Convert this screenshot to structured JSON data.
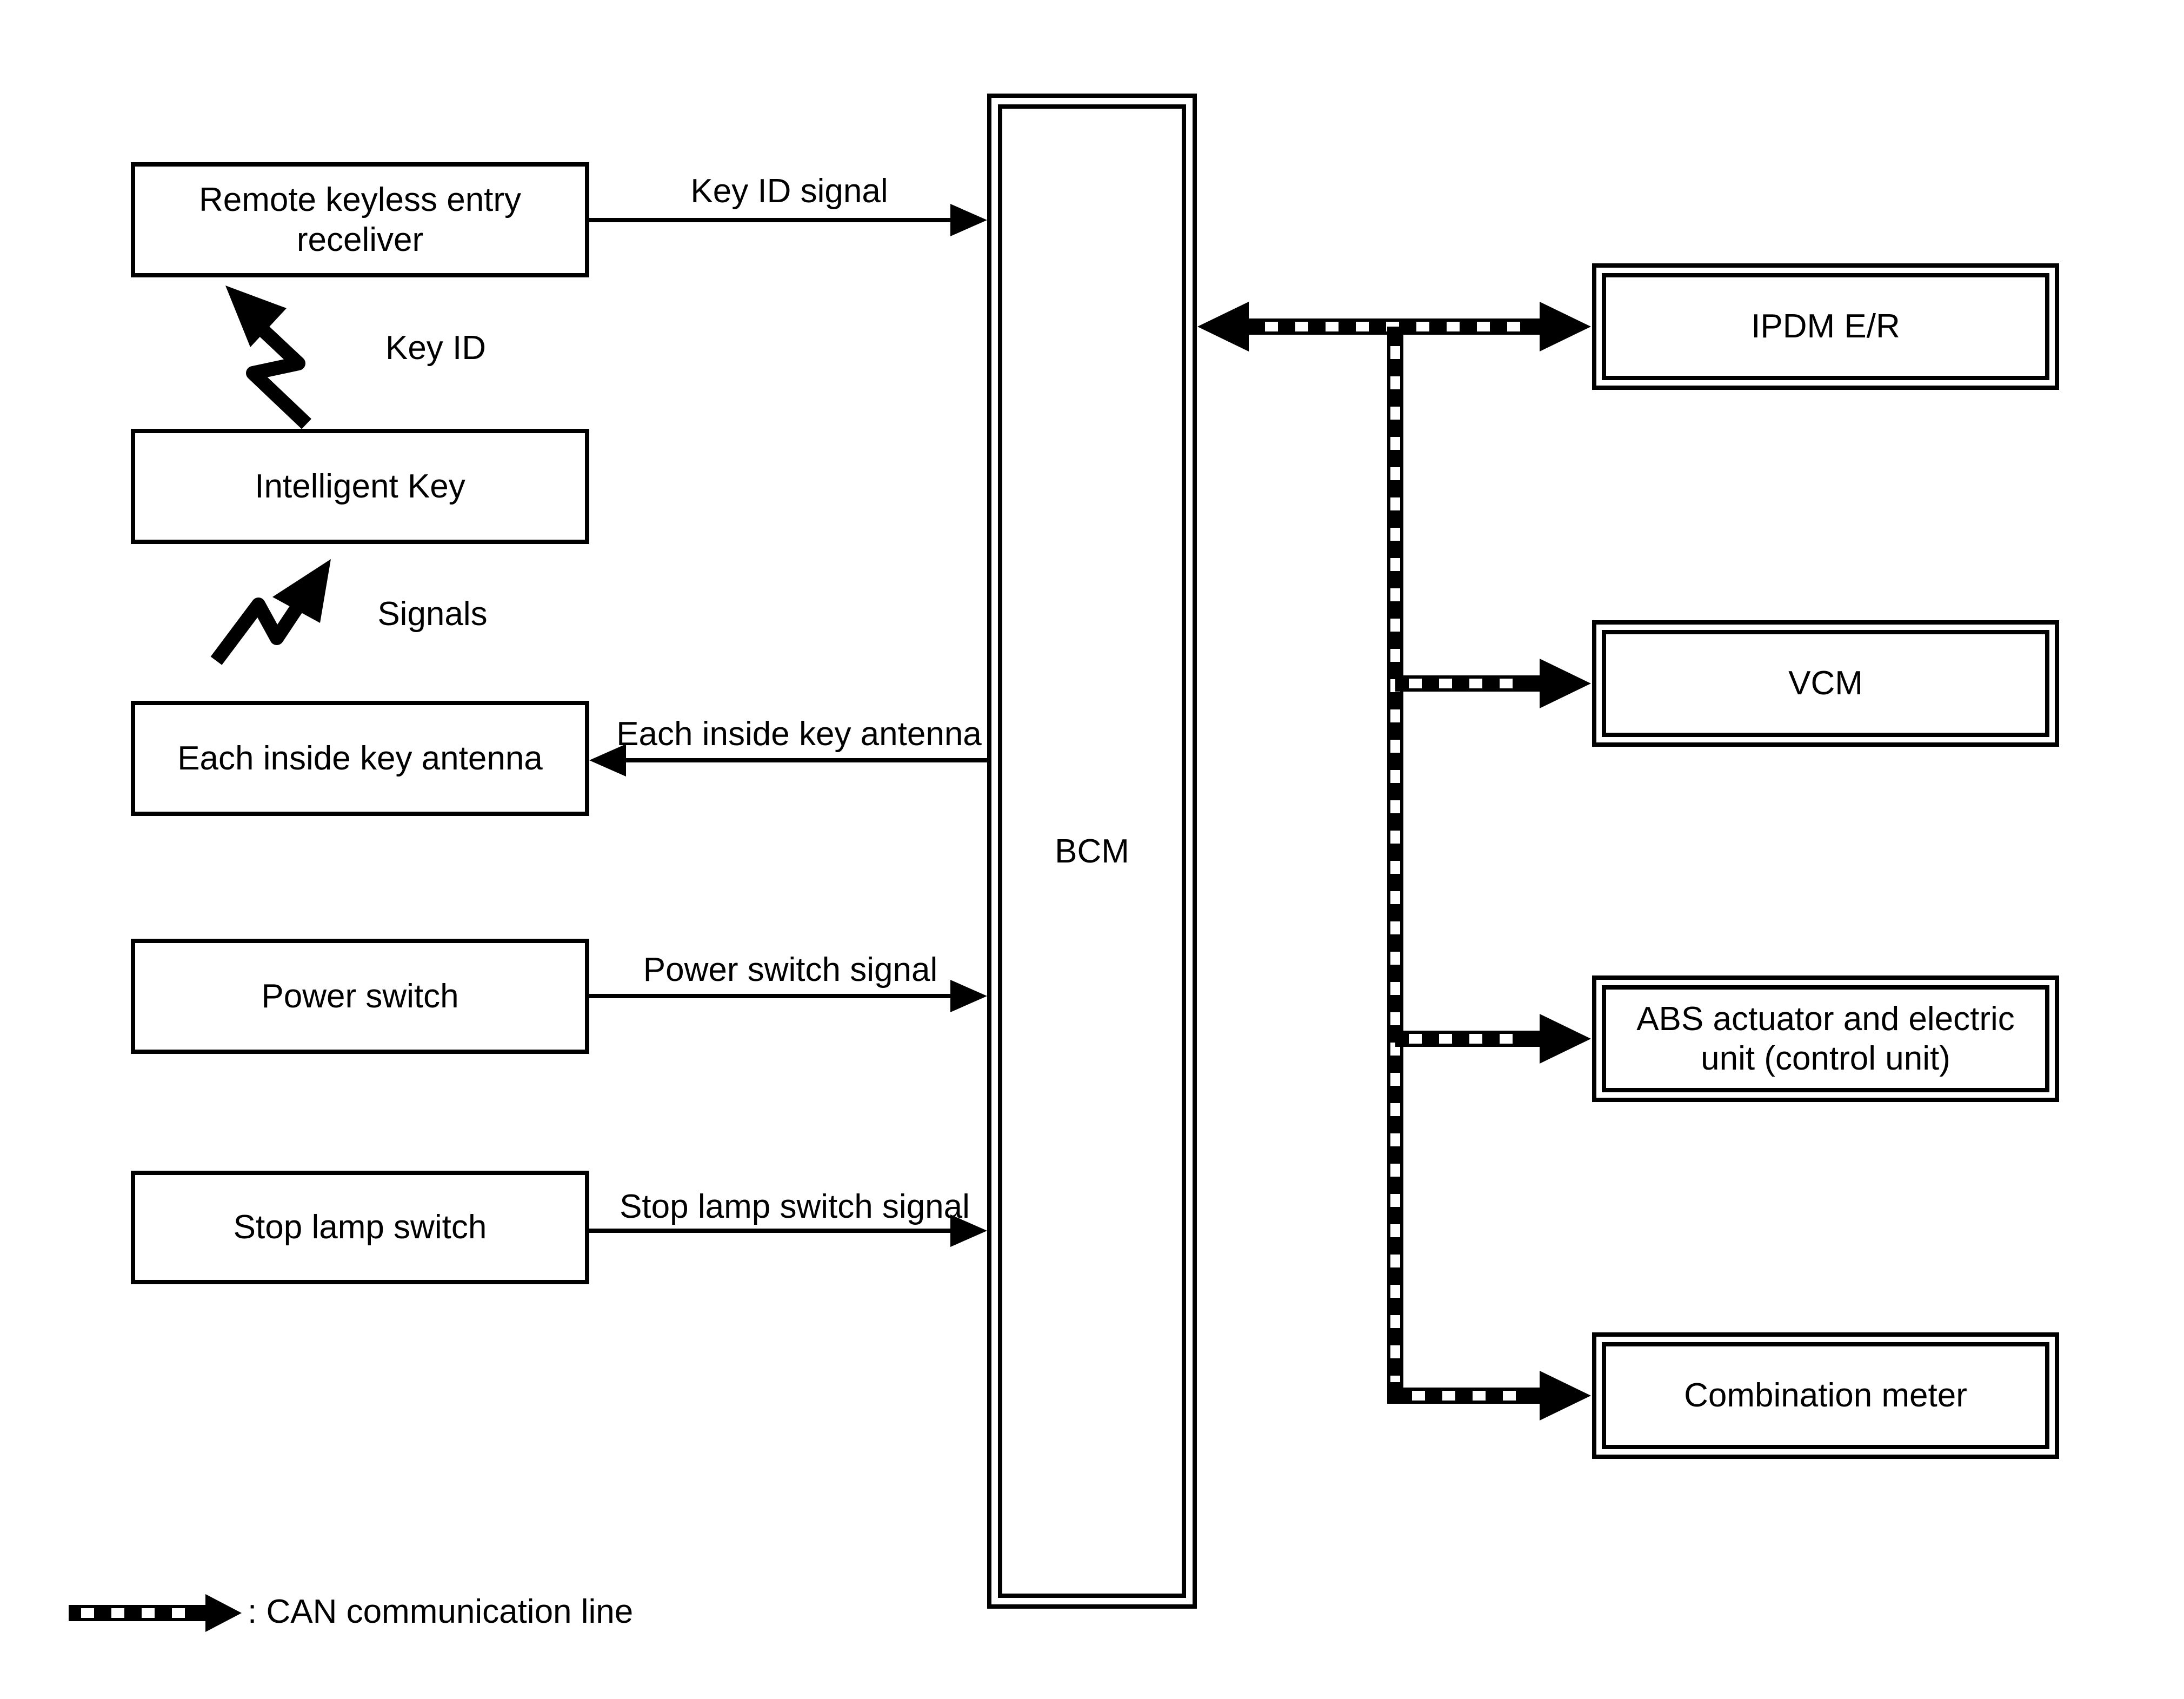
{
  "diagram": {
    "background": "#ffffff",
    "line_color": "#000000",
    "left_column": [
      {
        "label": "Remote keyless entry receliver"
      },
      {
        "label": "Intelligent Key"
      },
      {
        "label": "Each inside key antenna"
      },
      {
        "label": "Power switch"
      },
      {
        "label": "Stop lamp switch"
      }
    ],
    "center_box": {
      "label": "BCM"
    },
    "right_column": [
      {
        "label": "IPDM E/R"
      },
      {
        "label": "VCM"
      },
      {
        "label": "ABS actuator and electric unit (control unit)"
      },
      {
        "label": "Combination meter"
      }
    ],
    "signal_labels": {
      "key_id_signal": "Key ID signal",
      "key_id": "Key ID",
      "signals": "Signals",
      "each_inside_key_antenna": "Each inside key antenna",
      "power_switch_signal": "Power switch signal",
      "stop_lamp_switch_signal": "Stop lamp switch signal"
    },
    "legend": {
      "symbol": "can-dashed-arrow",
      "label": ": CAN communication line"
    }
  }
}
